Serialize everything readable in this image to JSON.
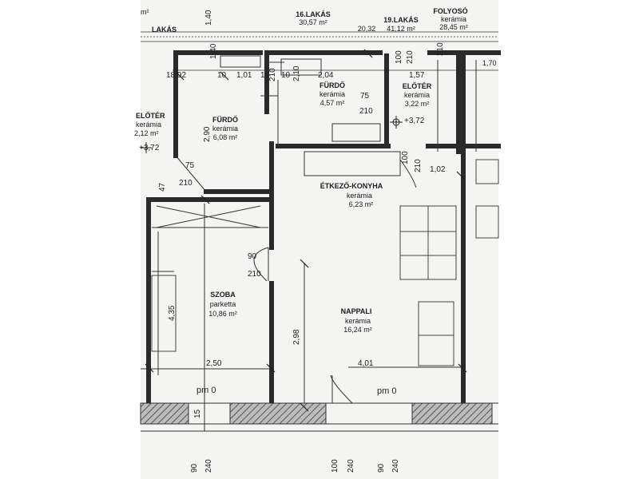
{
  "top_labels": {
    "a": "m²",
    "b": "LAKÁS",
    "c": "1,40",
    "apt16_title": "16.LAKÁS",
    "apt16_area": "30,57 m²",
    "d": "20,32",
    "apt19_title": "19.LAKÁS",
    "apt19_area": "41,12 m²",
    "corridor_title": "FOLYOSÓ",
    "corridor_material": "kerámia",
    "corridor_area": "28,45 m²",
    "e": "1,70"
  },
  "rooms": {
    "bath_top": {
      "name": "FÜRDŐ",
      "material": "kerámia",
      "area": "4,57 m²"
    },
    "hall_top": {
      "name": "ELŐTÉR",
      "material": "kerámia",
      "area": "3,22 m²"
    },
    "bath_left": {
      "name": "FÜRDŐ",
      "material": "kerámia",
      "area": "6,08 m²"
    },
    "hall_left": {
      "name": "ELŐTÉR",
      "material": "kerámia",
      "area": "2,12 m²"
    },
    "kitchen": {
      "name": "ÉTKEZŐ-KONYHA",
      "material": "kerámia",
      "area": "6,23 m²"
    },
    "room": {
      "name": "SZOBA",
      "material": "parketta",
      "area": "10,86 m²"
    },
    "living": {
      "name": "NAPPALI",
      "material": "kerámia",
      "area": "16,24 m²"
    }
  },
  "dims": {
    "d1": "18,92",
    "d2": "10",
    "d3": "1,01",
    "d4": "10",
    "d5": "10",
    "d6": "2,04",
    "d7": "1,57",
    "d8": "75",
    "d9": "210",
    "d10": "+3,72",
    "d11": "2,90",
    "d12": "+3,72",
    "d13": "75",
    "d14": "210",
    "d15": "47",
    "d16": "100",
    "d17": "210",
    "d18": "1,02",
    "d19": "90",
    "d20": "210",
    "d21": "4,35",
    "d22": "2,98",
    "d23": "2,50",
    "d24": "4,01",
    "d25": "pm 0",
    "d26": "pm 0",
    "d27": "15",
    "d28": "210",
    "d29": "100",
    "d30": "210",
    "d31": "1,40",
    "d32": "2,10",
    "d33": "210"
  },
  "bottom_dims": [
    "90",
    "240",
    "100",
    "240",
    "90",
    "240"
  ]
}
